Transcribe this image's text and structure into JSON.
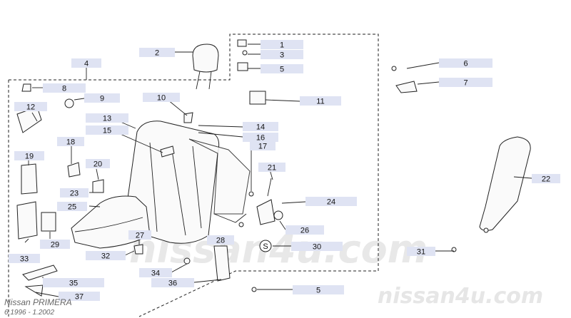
{
  "watermark": {
    "center": "nissan4u.com",
    "bottom_right": "nissan4u.com"
  },
  "footer": {
    "model": "Nissan PRIMERA",
    "years": "6.1996 - 1.2002"
  },
  "callouts": [
    "1",
    "2",
    "3",
    "4",
    "5",
    "6",
    "7",
    "8",
    "9",
    "10",
    "11",
    "12",
    "13",
    "14",
    "15",
    "16",
    "17",
    "18",
    "19",
    "20",
    "21",
    "22",
    "23",
    "24",
    "25",
    "26",
    "27",
    "28",
    "29",
    "30",
    "31",
    "32",
    "33",
    "34",
    "35",
    "36",
    "37",
    "5"
  ],
  "marker_symbol": "S"
}
